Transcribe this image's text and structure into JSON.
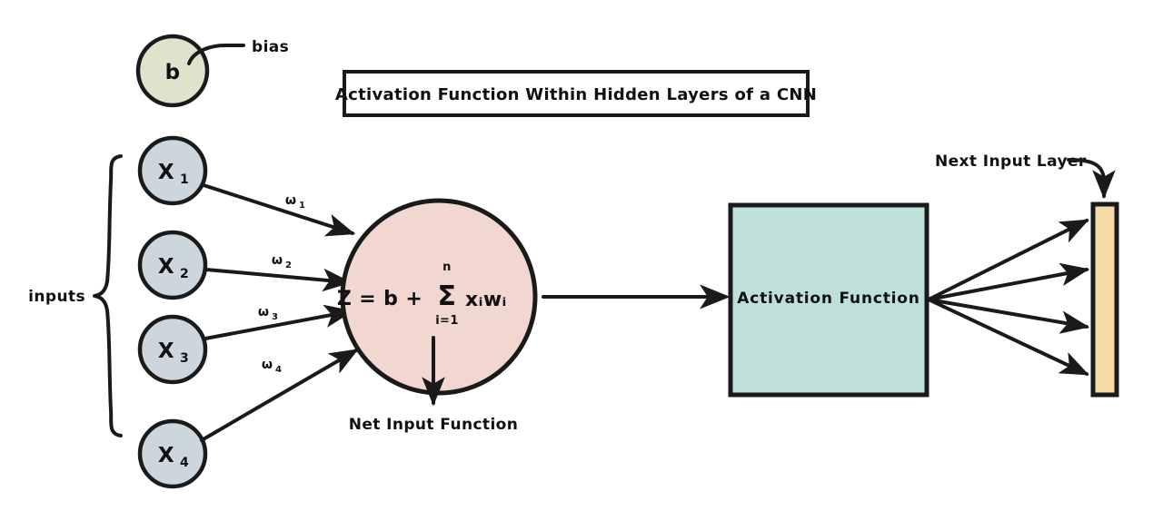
{
  "title": {
    "text": "Activation Function Within Hidden Layers of a CNN"
  },
  "bias": {
    "node_label": "b",
    "callout_label": "bias",
    "fill_color": "#dfe3cc"
  },
  "inputs": {
    "group_label": "inputs",
    "fill_color": "#ccd6dc",
    "nodes": [
      {
        "base": "X",
        "sub": "1"
      },
      {
        "base": "X",
        "sub": "2"
      },
      {
        "base": "X",
        "sub": "3"
      },
      {
        "base": "X",
        "sub": "4"
      }
    ]
  },
  "weights": [
    {
      "base": "ω",
      "sub": "1"
    },
    {
      "base": "ω",
      "sub": "2"
    },
    {
      "base": "ω",
      "sub": "3"
    },
    {
      "base": "ω",
      "sub": "4"
    }
  ],
  "neuron": {
    "fill_color": "#f2d7d0",
    "formula_left": "Z = b +",
    "formula_sigma": "Σ",
    "formula_upper": "n",
    "formula_lower": "i=1",
    "formula_right": "xᵢwᵢ",
    "caption": "Net Input Function"
  },
  "activation_box": {
    "label": "Activation Function",
    "fill_color": "#bfe0da"
  },
  "next_layer": {
    "label": "Next Input Layer",
    "fill_color": "#f5dba5",
    "fan_out_arrows": 4
  },
  "colors": {
    "ink": "#1a1a1a",
    "background": "#ffffff"
  }
}
